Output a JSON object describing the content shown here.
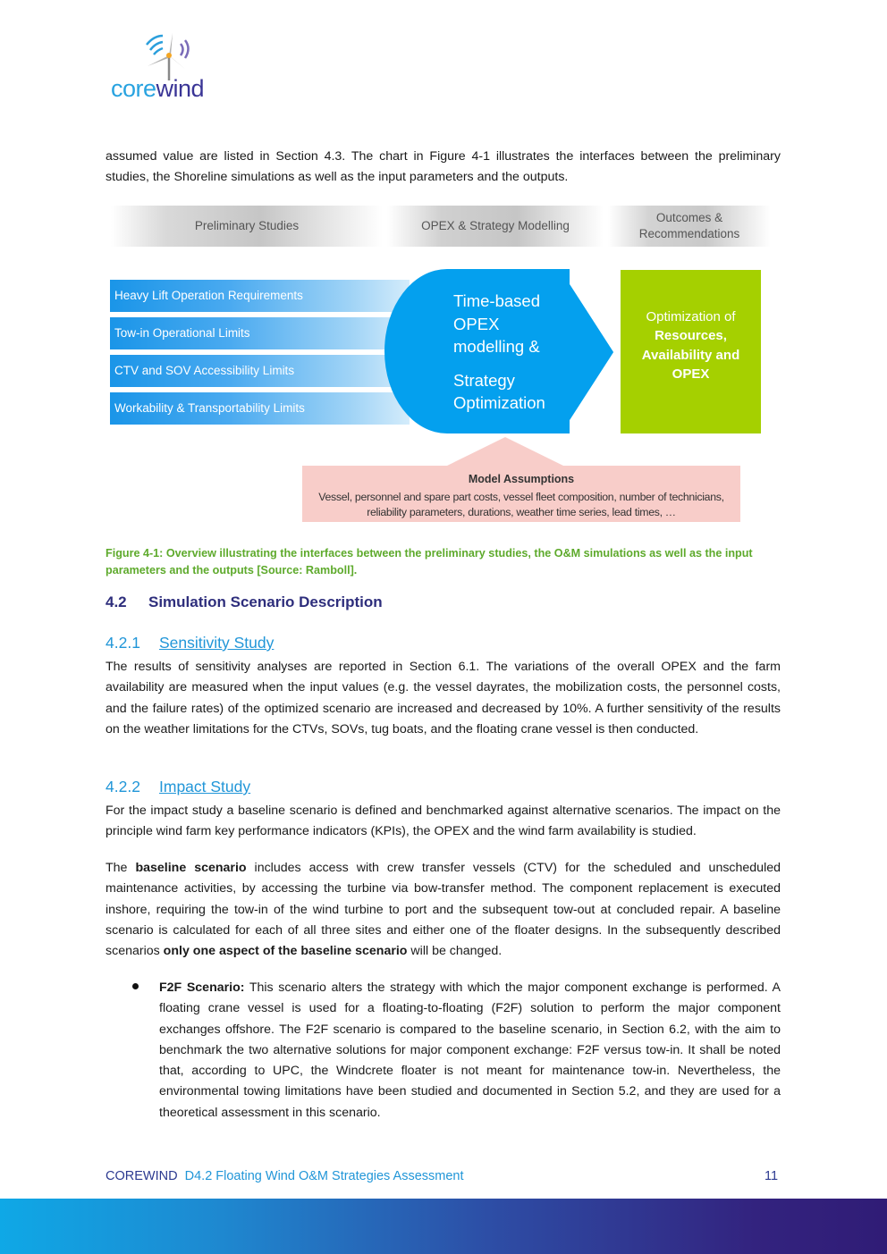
{
  "logo": {
    "text_core": "core",
    "text_wind": "wind",
    "icon": "wind-turbine-icon"
  },
  "intro_paragraph": "assumed value are listed in Section 4.3. The chart in Figure 4-1 illustrates the interfaces between the preliminary studies, the Shoreline simulations as well as the input parameters and the outputs.",
  "diagram": {
    "headers": [
      "Preliminary Studies",
      "OPEX & Strategy Modelling",
      "Outcomes & Recommendations"
    ],
    "inputs": [
      "Heavy Lift Operation Requirements",
      "Tow-in Operational Limits",
      "CTV and SOV Accessibility Limits",
      "Workability & Transportability Limits"
    ],
    "center_lines_1": [
      "Time-based",
      "OPEX",
      "modelling &"
    ],
    "center_lines_2": [
      "Strategy",
      "Optimization"
    ],
    "outcome_intro": "Optimization of",
    "outcome_bold": [
      "Resources,",
      "Availability and",
      "OPEX"
    ],
    "assumptions_title": "Model Assumptions",
    "assumptions_line1": "Vessel, personnel and spare part costs, vessel fleet composition, number of technicians,",
    "assumptions_line2": "reliability parameters, durations, weather time series, lead times,  …",
    "colors": {
      "blue": "#1a95e8",
      "green": "#a5d000",
      "pink": "#f8cdc9"
    }
  },
  "caption": "Figure 4-1: Overview illustrating the interfaces between the preliminary studies, the O&M simulations as well as the input parameters and the outputs [Source: Ramboll].",
  "section_4_2": {
    "number": "4.2",
    "title": "Simulation Scenario Description"
  },
  "section_4_2_1": {
    "number": "4.2.1",
    "title": "Sensitivity Study",
    "body": "The results of  sensitivity analyses are reported in Section 6.1. The variations of the overall OPEX and the farm availability are measured when the input values (e.g. the vessel dayrates, the mobilization costs, the personnel costs, and the failure rates) of the optimized scenario are increased and decreased by 10%. A further sensitivity of the results on the weather limitations for the CTVs, SOVs, tug boats, and the floating crane vessel is then conducted."
  },
  "section_4_2_2": {
    "number": "4.2.2",
    "title": "Impact Study",
    "body1": "For the impact study a baseline scenario is defined and benchmarked against alternative scenarios. The impact on the principle wind farm key performance indicators (KPIs), the OPEX and the wind farm availability is studied.",
    "body2_pre": "The ",
    "body2_bold1": "baseline scenario",
    "body2_mid": " includes access with crew transfer vessels (CTV) for the scheduled and unscheduled maintenance activities, by accessing the turbine via bow-transfer method. The component replacement is executed inshore, requiring the tow-in of the wind turbine to port and the subsequent tow-out at concluded repair. A baseline scenario is calculated for each of all three sites and either one of the floater designs. In the subsequently described scenarios ",
    "body2_bold2": "only one aspect of the baseline scenario",
    "body2_post": " will be changed.",
    "bullet_label": "F2F Scenario:",
    "bullet_text": " This scenario alters the strategy with which the major component exchange is performed. A floating crane vessel is used for a floating-to-floating (F2F) solution to perform the major component exchanges offshore. The F2F scenario is compared to the baseline scenario, in Section 6.2, with the aim to benchmark the two alternative solutions for major component exchange: F2F versus tow-in. It shall be noted that, according to UPC, the Windcrete floater is not meant for maintenance tow-in. Nevertheless, the environmental towing limitations have been studied and documented in Section 5.2, and they are used for a theoretical assessment in this scenario."
  },
  "footer": {
    "project": "COREWIND",
    "document": "D4.2 Floating Wind O&M Strategies Assessment",
    "page": "11"
  }
}
